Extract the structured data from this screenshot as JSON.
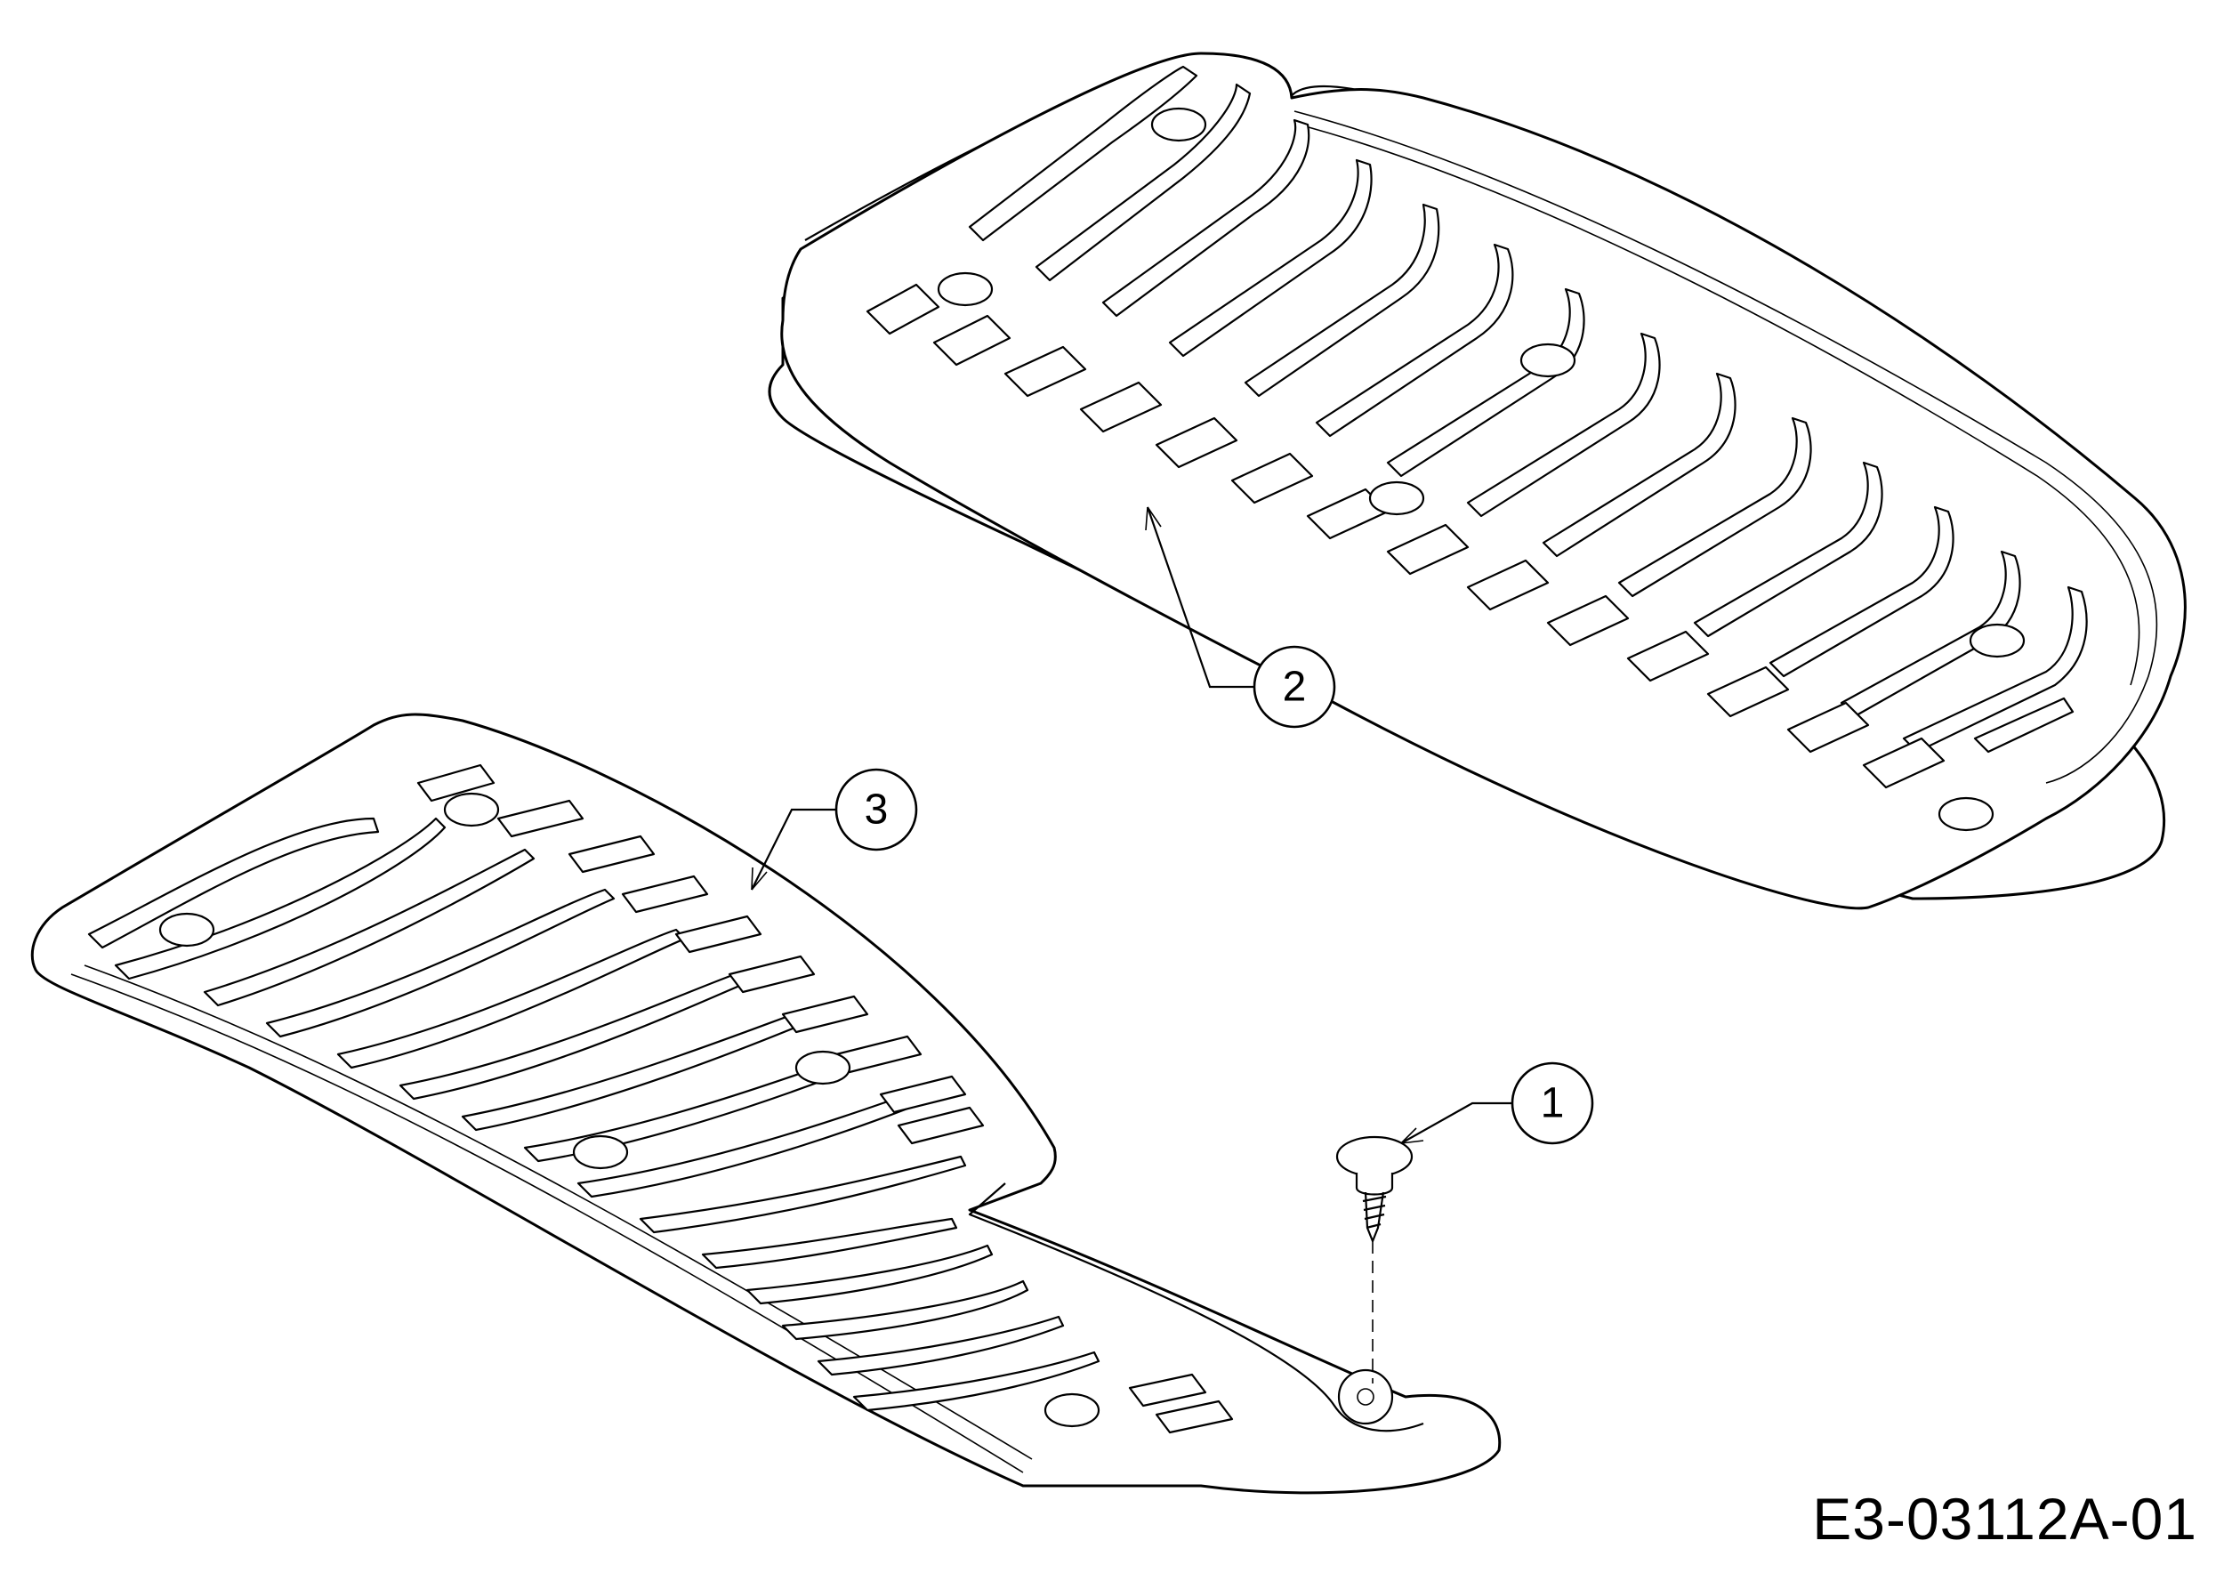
{
  "callouts": [
    {
      "label": "1",
      "part": "screw"
    },
    {
      "label": "2",
      "part": "floor-mat-upper"
    },
    {
      "label": "3",
      "part": "floor-mat-lower"
    }
  ],
  "drawing_code": "E3-03112A-01"
}
